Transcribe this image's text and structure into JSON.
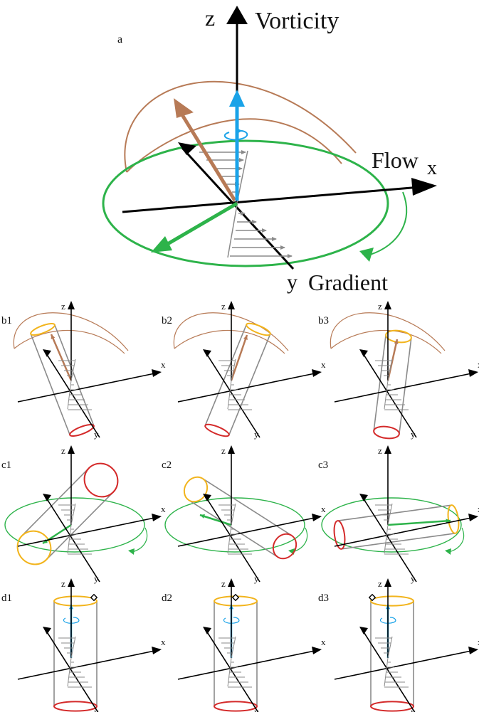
{
  "panel_a": {
    "letter": "a",
    "axis_z": "z",
    "axis_y": "y",
    "vorticity": "Vorticity",
    "flow": "Flow",
    "flow_sub": "x",
    "gradient": "Gradient"
  },
  "small_axes": {
    "z": "z",
    "x": "x",
    "y": "y"
  },
  "panels": [
    {
      "letter": "b1"
    },
    {
      "letter": "b2"
    },
    {
      "letter": "b3"
    },
    {
      "letter": "c1"
    },
    {
      "letter": "c2"
    },
    {
      "letter": "c3"
    },
    {
      "letter": "d1"
    },
    {
      "letter": "d2"
    },
    {
      "letter": "d3"
    }
  ],
  "colors": {
    "axis": "#000000",
    "vorticity": "#1aa3e8",
    "brown": "#b77a56",
    "green": "#2db34a",
    "gray": "#8a8a8a",
    "yellow": "#f2b41c",
    "red": "#d42a2a"
  }
}
